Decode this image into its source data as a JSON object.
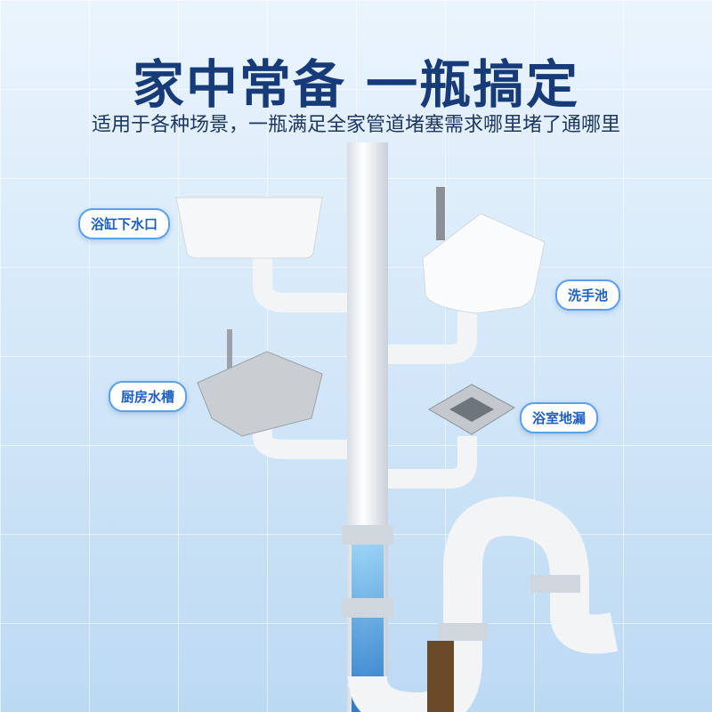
{
  "title": "家中常备 一瓶搞定",
  "subtitle": "适用于各种场景，一瓶满足全家管道堵塞需求哪里堵了通哪里",
  "labels": {
    "bathtub": "浴缸下水口",
    "washbasin": "洗手池",
    "kitchen_sink": "厨房水槽",
    "floor_drain": "浴室地漏"
  },
  "colors": {
    "title": "#173a78",
    "label": "#1d5fc2",
    "water": "#3a8fd8"
  }
}
